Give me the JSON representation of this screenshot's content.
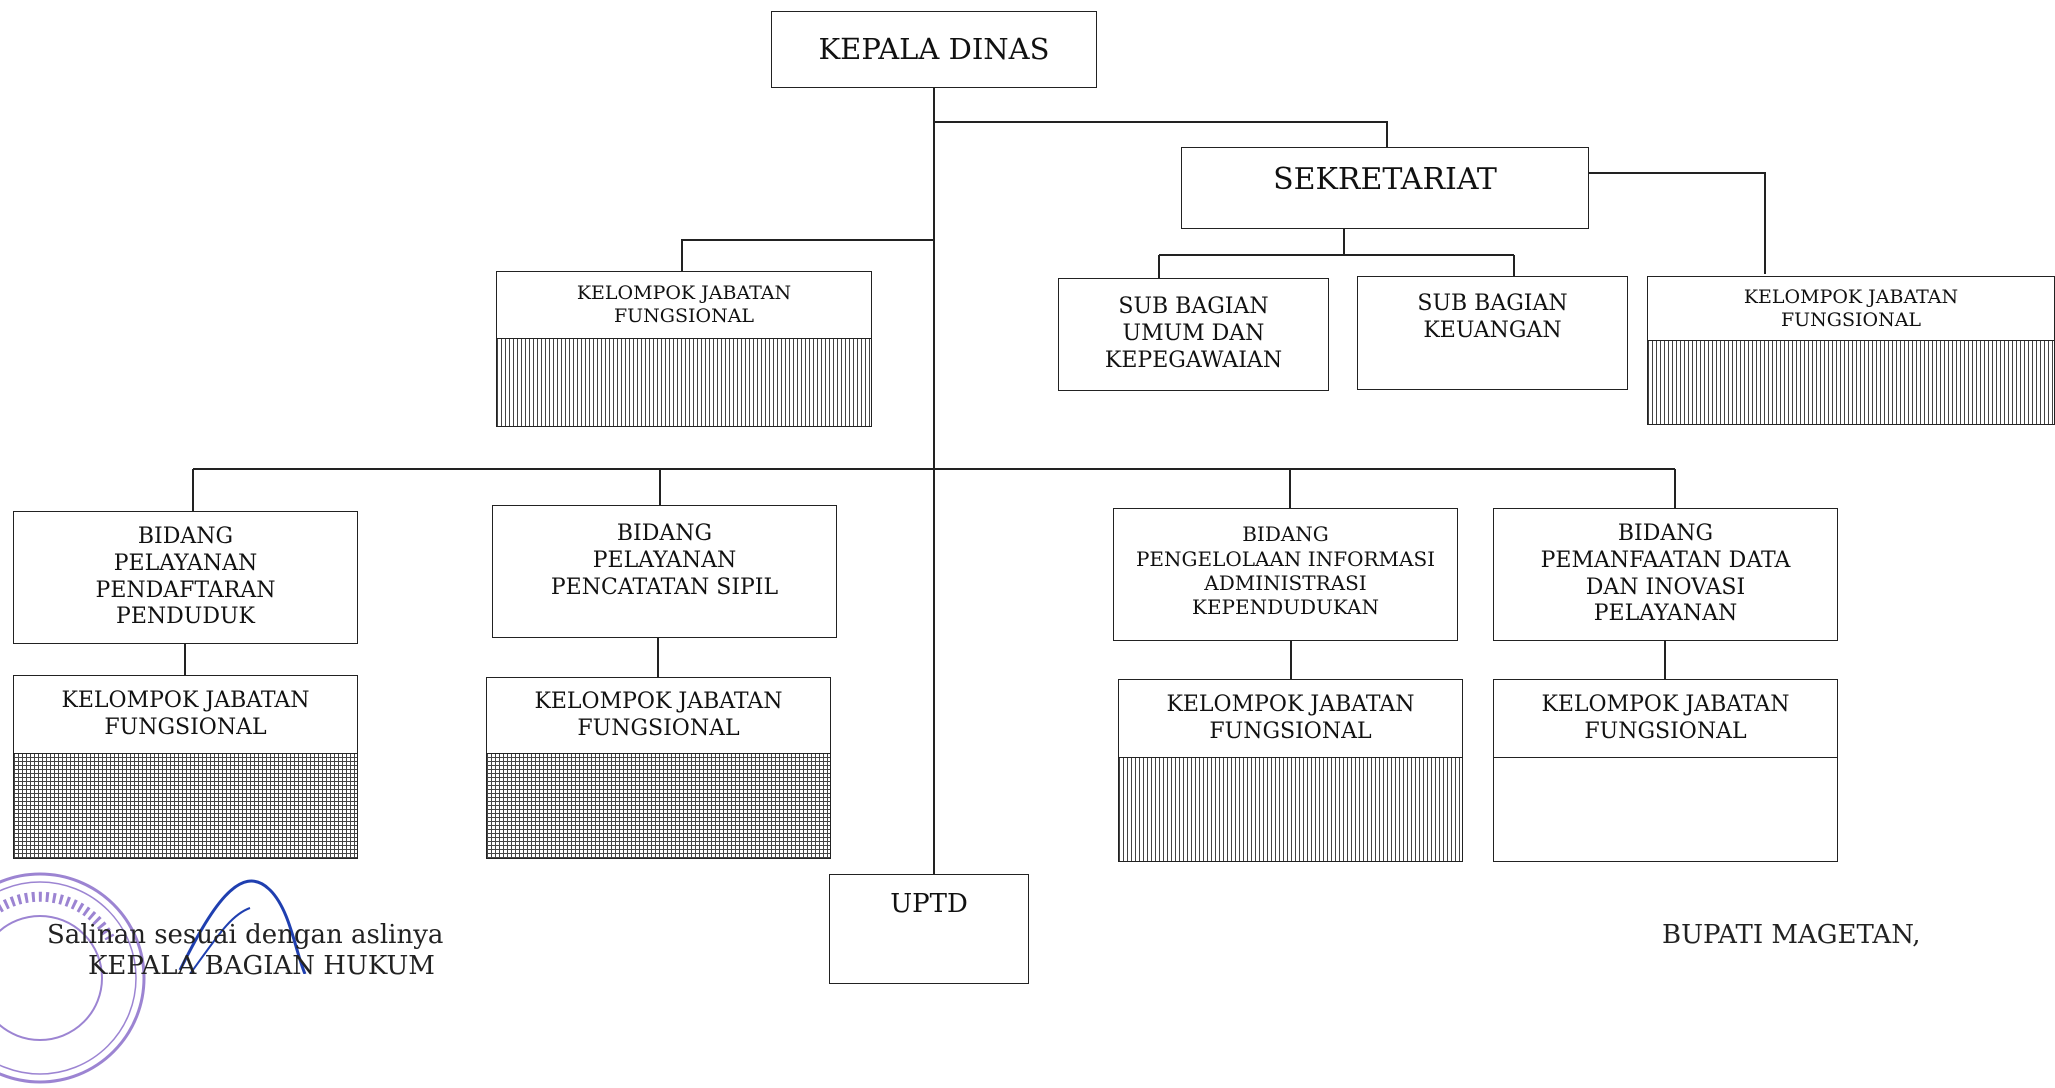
{
  "org": {
    "kepala_dinas": "KEPALA DINAS",
    "sekretariat": "SEKRETARIAT",
    "sub_umum": "SUB BAGIAN\nUMUM DAN\nKEPEGAWAIAN",
    "sub_keuangan": "SUB BAGIAN\nKEUANGAN",
    "kjf_kepala": "KELOMPOK JABATAN\nFUNGSIONAL",
    "kjf_sekretariat": "KELOMPOK JABATAN\nFUNGSIONAL",
    "bidang_pendaftaran": "BIDANG\nPELAYANAN\nPENDAFTARAN\nPENDUDUK",
    "bidang_pencatatan": "BIDANG\nPELAYANAN\nPENCATATAN SIPIL",
    "bidang_pengelolaan": "BIDANG\nPENGELOLAAN INFORMASI\nADMINISTRASI\nKEPENDUDUKAN",
    "bidang_pemanfaatan": "BIDANG\nPEMANFAATAN DATA\nDAN INOVASI\nPELAYANAN",
    "kjf_pendaftaran": "KELOMPOK JABATAN\nFUNGSIONAL",
    "kjf_pencatatan": "KELOMPOK JABATAN\nFUNGSIONAL",
    "kjf_pengelolaan": "KELOMPOK JABATAN\nFUNGSIONAL",
    "kjf_pemanfaatan": "KELOMPOK JABATAN\nFUNGSIONAL",
    "uptd": "UPTD"
  },
  "footer": {
    "salinan_line1": "Salinan sesuai dengan aslinya",
    "salinan_line2": "KEPALA BAGIAN HUKUM",
    "bupati": "BUPATI MAGETAN,"
  },
  "colors": {
    "line": "#222222",
    "hatch": "#444444",
    "seal": "#7b5cc4",
    "signature": "#1f3fb0"
  }
}
